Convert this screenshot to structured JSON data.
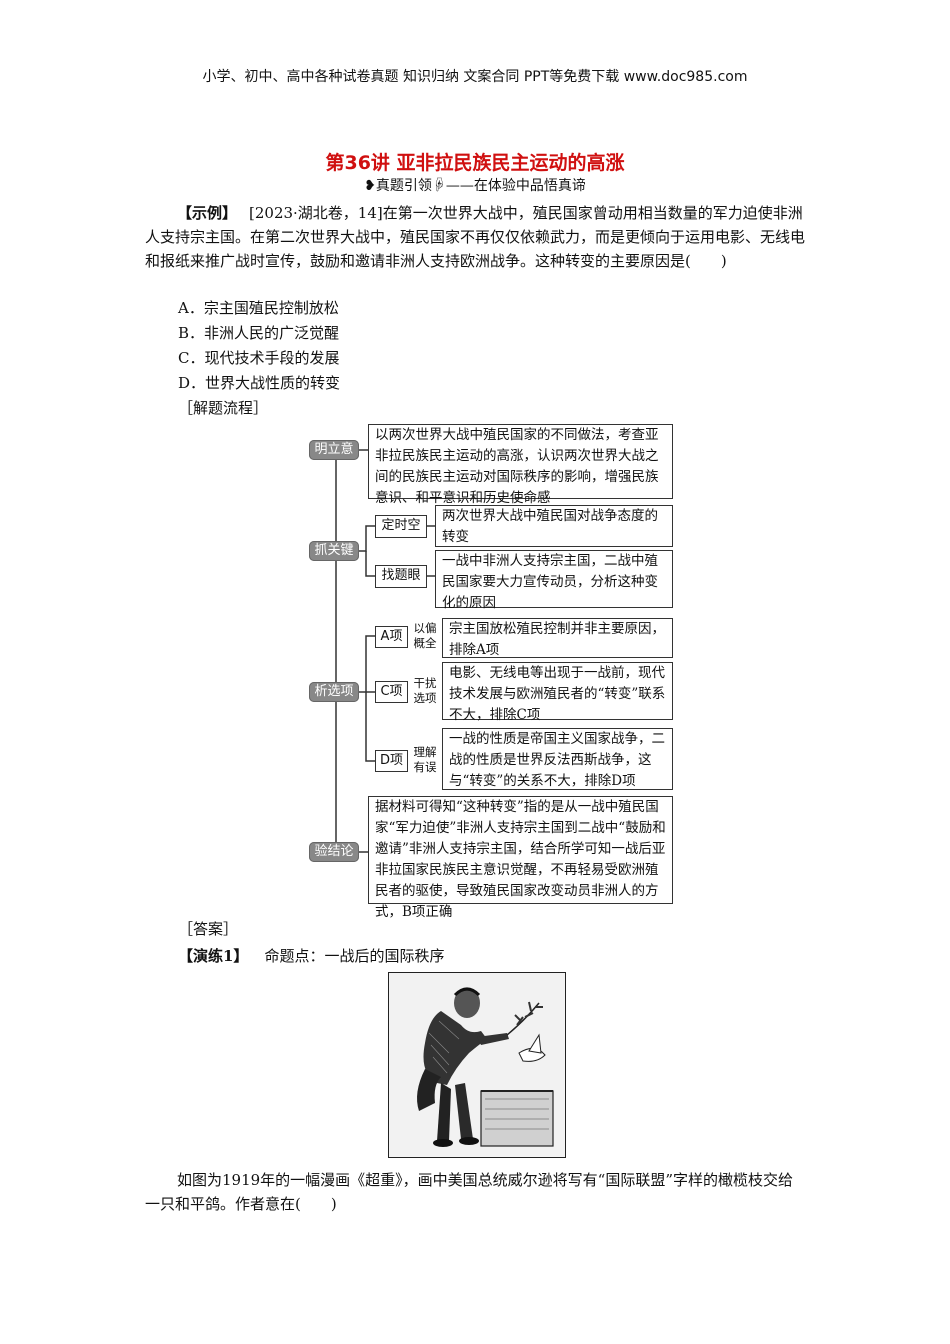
{
  "header": "小学、初中、高中各种试卷真题 知识归纳 文案合同 PPT等免费下载 www.doc985.com",
  "title": "第36讲  亚非拉民族民主运动的高涨",
  "subtitle": "❥真题引领☟——在体验中品悟真谛",
  "example": {
    "label": "【示例】",
    "source": "[2023·湖北卷，14]",
    "text": "在第一次世界大战中，殖民国家曾动用相当数量的军力迫使非洲人支持宗主国。在第二次世界大战中，殖民国家不再仅仅依赖武力，而是更倾向于运用电影、无线电和报纸来推广战时宣传，鼓励和邀请非洲人支持欧洲战争。这种转变的主要原因是(　　)",
    "options": [
      "A．宗主国殖民控制放松",
      "B．非洲人民的广泛觉醒",
      "C．现代技术手段的发展",
      "D．世界大战性质的转变"
    ]
  },
  "flow_label": "［解题流程］",
  "flow": {
    "ming": {
      "label": "明立意",
      "text": "以两次世界大战中殖民国家的不同做法，考查亚非拉民族民主运动的高涨，认识两次世界大战之间的民族民主运动对国际秩序的影响，增强民族意识、和平意识和历史使命感"
    },
    "zhua": {
      "label": "抓关键",
      "items": [
        {
          "label": "定时空",
          "text": "两次世界大战中殖民国对战争态度的转变"
        },
        {
          "label": "找题眼",
          "text": "一战中非洲人支持宗主国，二战中殖民国家要大力宣传动员，分析这种变化的原因"
        }
      ]
    },
    "xi": {
      "label": "析选项",
      "items": [
        {
          "label": "A项",
          "tag": "以偏概全",
          "text": "宗主国放松殖民控制并非主要原因，排除A项"
        },
        {
          "label": "C项",
          "tag": "干扰选项",
          "text": "电影、无线电等出现于一战前，现代技术发展与欧洲殖民者的“转变”联系不大，排除C项"
        },
        {
          "label": "D项",
          "tag": "理解有误",
          "text": "一战的性质是帝国主义国家战争，二战的性质是世界反法西斯战争，这与“转变”的关系不大，排除D项"
        }
      ]
    },
    "yan": {
      "label": "验结论",
      "text": "据材料可得知“这种转变”指的是从一战中殖民国家“军力迫使”非洲人支持宗主国到二战中“鼓励和邀请”非洲人支持宗主国，结合所学可知一战后亚非拉国家民族民主意识觉醒，不再轻易受欧洲殖民者的驱使，导致殖民国家改变动员非洲人的方式，B项正确"
    }
  },
  "answer_label": "［答案］",
  "drill": {
    "label": "【演练1】",
    "text": "命题点：一战后的国际秩序"
  },
  "question2": "如图为1919年的一幅漫画《超重》，画中美国总统威尔逊将写有“国际联盟”字样的橄榄枝交给一只和平鸽。作者意在(　　)"
}
